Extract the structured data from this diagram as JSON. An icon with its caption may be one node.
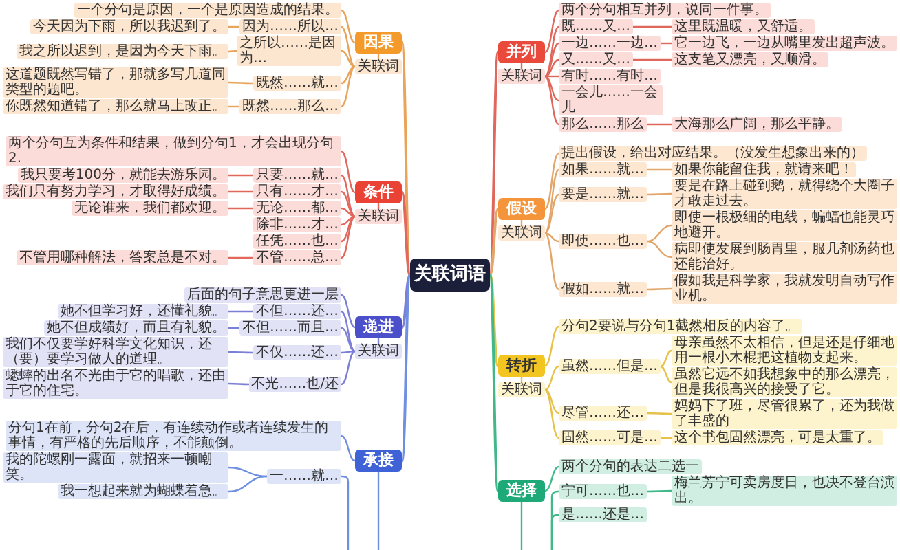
{
  "diagram": {
    "nodes": [
      {
        "text": [
          "关联词语"
        ]
      },
      {
        "text": [
          "因果"
        ]
      },
      {
        "text": [
          "一个分句是原因，一个是原因造成的结果。"
        ]
      },
      {
        "text": [
          "关联词"
        ]
      },
      {
        "text": [
          "因为……所以…"
        ]
      },
      {
        "text": [
          "今天因为下雨，所以我迟到了。"
        ]
      },
      {
        "text": [
          "之所以……是因为…"
        ]
      },
      {
        "text": [
          "我之所以迟到，是因为今天下雨。"
        ]
      },
      {
        "text": [
          "既然……就…"
        ]
      },
      {
        "text": [
          "这道题既然写错了，那就多写几道同类型的题吧。"
        ]
      },
      {
        "text": [
          "既然……那么…"
        ]
      },
      {
        "text": [
          "你既然知道错了，那么就马上改正。"
        ]
      },
      {
        "text": [
          "条件"
        ]
      },
      {
        "text": [
          "两个分句互为条件和结果，做到分句1，才会出现分句2."
        ]
      },
      {
        "text": [
          "关联词"
        ]
      },
      {
        "text": [
          "只要……就…"
        ]
      },
      {
        "text": [
          "我只要考100分，就能去游乐园。"
        ]
      },
      {
        "text": [
          "只有……才…"
        ]
      },
      {
        "text": [
          "我们只有努力学习，才取得好成绩。"
        ]
      },
      {
        "text": [
          "无论……都…"
        ]
      },
      {
        "text": [
          "无论谁来，我们都欢迎。"
        ]
      },
      {
        "text": [
          "除非……才…"
        ]
      },
      {
        "text": [
          "任凭……也…"
        ]
      },
      {
        "text": [
          "不管……总…"
        ]
      },
      {
        "text": [
          "不管用哪种解法，答案总是不对。"
        ]
      },
      {
        "text": [
          "递进"
        ]
      },
      {
        "text": [
          "后面的句子意思更进一层"
        ]
      },
      {
        "text": [
          "关联词"
        ]
      },
      {
        "text": [
          "不但……还…"
        ]
      },
      {
        "text": [
          "她不但学习好，还懂礼貌。"
        ]
      },
      {
        "text": [
          "不但……而且…"
        ]
      },
      {
        "text": [
          "她不但成绩好，而且有礼貌。"
        ]
      },
      {
        "text": [
          "不仅……还…"
        ]
      },
      {
        "text": [
          "我们不仅要学好科学文化知识，还（要）要学习做人的道理。"
        ]
      },
      {
        "text": [
          "不光……也/还"
        ]
      },
      {
        "text": [
          "蟋蟀的出名不光由于它的唱歌，还由于它的住宅。"
        ]
      },
      {
        "text": [
          "承接"
        ]
      },
      {
        "text": [
          "分句1在前，分句2在后，有连续动作或者连续发生的事情，有严格的先后顺序，不能颠倒。"
        ]
      },
      {
        "text": [
          "一……就…"
        ]
      },
      {
        "text": [
          "我的陀螺刚一露面，就招来一顿嘲笑。"
        ]
      },
      {
        "text": [
          "我一想起来就为蝴蝶着急。"
        ]
      },
      {
        "text": [
          "并列"
        ]
      },
      {
        "text": [
          "两个分句相互并列，说同一件事。"
        ]
      },
      {
        "text": [
          "关联词"
        ]
      },
      {
        "text": [
          "既……又…"
        ]
      },
      {
        "text": [
          "这里既温暖，又舒适。"
        ]
      },
      {
        "text": [
          "一边……一边…"
        ]
      },
      {
        "text": [
          "它一边飞，一边从嘴里发出超声波。"
        ]
      },
      {
        "text": [
          "又……又…"
        ]
      },
      {
        "text": [
          "这支笔又漂亮，又顺滑。"
        ]
      },
      {
        "text": [
          "有时……有时…"
        ]
      },
      {
        "text": [
          "一会儿……一会儿"
        ]
      },
      {
        "text": [
          "那么……那么"
        ]
      },
      {
        "text": [
          "大海那么广阔，那么平静。"
        ]
      },
      {
        "text": [
          "假设"
        ]
      },
      {
        "text": [
          "提出假设，给出对应结果。（没发生想象出来的）"
        ]
      },
      {
        "text": [
          "关联词"
        ]
      },
      {
        "text": [
          "如果……就…"
        ]
      },
      {
        "text": [
          "如果你能留住我，就请来吧！"
        ]
      },
      {
        "text": [
          "要是……就…"
        ]
      },
      {
        "text": [
          "要是在路上碰到鹅，就得绕个大圈子才敢走过去。"
        ]
      },
      {
        "text": [
          "即使……也…"
        ]
      },
      {
        "text": [
          "即使一根极细的电线，蝙蝠也能灵巧地避开。"
        ]
      },
      {
        "text": [
          "病即使发展到肠胃里，服几剂汤药也还能治好。"
        ]
      },
      {
        "text": [
          "假如……就…"
        ]
      },
      {
        "text": [
          "假如我是科学家，我就发明自动写作业机。"
        ]
      },
      {
        "text": [
          "转折"
        ]
      },
      {
        "text": [
          "分句2要说与分句1截然相反的内容了。"
        ]
      },
      {
        "text": [
          "关联词"
        ]
      },
      {
        "text": [
          "虽然……但是…"
        ]
      },
      {
        "text": [
          "母亲虽然不太相信，但是还是仔细地用一根小木棍把这植物支起来。"
        ]
      },
      {
        "text": [
          "虽然它远不如我想象中的那么漂亮，但是我很高兴的接受了它。"
        ]
      },
      {
        "text": [
          "尽管……还…"
        ]
      },
      {
        "text": [
          "妈妈下了班，尽管很累了，还为我做了丰盛的"
        ]
      },
      {
        "text": [
          "固然……可是…"
        ]
      },
      {
        "text": [
          "这个书包固然漂亮，可是太重了。"
        ]
      },
      {
        "text": [
          "选择"
        ]
      },
      {
        "text": [
          "两个分句的表达二选一"
        ]
      },
      {
        "text": [
          "宁可……也…"
        ]
      },
      {
        "text": [
          "梅兰芳宁可卖房度日，也决不登台演出。"
        ]
      },
      {
        "text": [
          "是……还是…"
        ]
      }
    ],
    "edges": [
      {
        "from": 0,
        "to": 1,
        "arrow": "none",
        "color": "#e8a45a"
      },
      {
        "from": 1,
        "to": 2,
        "arrow": "none",
        "color": "#e8a45a"
      },
      {
        "from": 1,
        "to": 3,
        "arrow": "none",
        "color": "#e8a45a"
      },
      {
        "from": 3,
        "to": 4,
        "arrow": "none",
        "color": "#e8a45a"
      },
      {
        "from": 4,
        "to": 5,
        "arrow": "none",
        "color": "#e8a45a"
      },
      {
        "from": 3,
        "to": 6,
        "arrow": "none",
        "color": "#e8a45a"
      },
      {
        "from": 6,
        "to": 7,
        "arrow": "none",
        "color": "#e8a45a"
      },
      {
        "from": 3,
        "to": 8,
        "arrow": "none",
        "color": "#e8a45a"
      },
      {
        "from": 8,
        "to": 9,
        "arrow": "none",
        "color": "#e8a45a"
      },
      {
        "from": 3,
        "to": 10,
        "arrow": "none",
        "color": "#e8a45a"
      },
      {
        "from": 10,
        "to": 11,
        "arrow": "none",
        "color": "#e8a45a"
      },
      {
        "from": 0,
        "to": 12,
        "arrow": "none",
        "color": "#e2675c"
      },
      {
        "from": 12,
        "to": 13,
        "arrow": "none",
        "color": "#e2675c"
      },
      {
        "from": 12,
        "to": 14,
        "arrow": "none",
        "color": "#e2675c"
      },
      {
        "from": 14,
        "to": 15,
        "arrow": "none",
        "color": "#e2675c"
      },
      {
        "from": 15,
        "to": 16,
        "arrow": "none",
        "color": "#e2675c"
      },
      {
        "from": 14,
        "to": 17,
        "arrow": "none",
        "color": "#e2675c"
      },
      {
        "from": 17,
        "to": 18,
        "arrow": "none",
        "color": "#e2675c"
      },
      {
        "from": 14,
        "to": 19,
        "arrow": "none",
        "color": "#e2675c"
      },
      {
        "from": 19,
        "to": 20,
        "arrow": "none",
        "color": "#e2675c"
      },
      {
        "from": 14,
        "to": 21,
        "arrow": "none",
        "color": "#e2675c"
      },
      {
        "from": 14,
        "to": 22,
        "arrow": "none",
        "color": "#e2675c"
      },
      {
        "from": 14,
        "to": 23,
        "arrow": "none",
        "color": "#e2675c"
      },
      {
        "from": 23,
        "to": 24,
        "arrow": "none",
        "color": "#e2675c"
      },
      {
        "from": 0,
        "to": 25,
        "arrow": "none",
        "color": "#7b7fd6"
      },
      {
        "from": 25,
        "to": 26,
        "arrow": "none",
        "color": "#7b7fd6"
      },
      {
        "from": 25,
        "to": 27,
        "arrow": "none",
        "color": "#7b7fd6"
      },
      {
        "from": 27,
        "to": 28,
        "arrow": "none",
        "color": "#7b7fd6"
      },
      {
        "from": 28,
        "to": 29,
        "arrow": "none",
        "color": "#7b7fd6"
      },
      {
        "from": 27,
        "to": 30,
        "arrow": "none",
        "color": "#7b7fd6"
      },
      {
        "from": 30,
        "to": 31,
        "arrow": "none",
        "color": "#7b7fd6"
      },
      {
        "from": 27,
        "to": 32,
        "arrow": "none",
        "color": "#7b7fd6"
      },
      {
        "from": 32,
        "to": 33,
        "arrow": "none",
        "color": "#7b7fd6"
      },
      {
        "from": 27,
        "to": 34,
        "arrow": "none",
        "color": "#7b7fd6"
      },
      {
        "from": 34,
        "to": 35,
        "arrow": "none",
        "color": "#7b7fd6"
      },
      {
        "from": 0,
        "to": 36,
        "arrow": "none",
        "color": "#6f8fe0"
      },
      {
        "from": 36,
        "to": 37,
        "arrow": "none",
        "color": "#6f8fe0"
      },
      {
        "from": 36,
        "to": null,
        "arrow": "none",
        "color": "#6f8fe0"
      },
      {
        "from": null,
        "to": 38,
        "arrow": "none",
        "color": "#6f8fe0"
      },
      {
        "from": 38,
        "to": 39,
        "arrow": "none",
        "color": "#6f8fe0"
      },
      {
        "from": 38,
        "to": 40,
        "arrow": "none",
        "color": "#6f8fe0"
      },
      {
        "from": 0,
        "to": 41,
        "arrow": "none",
        "color": "#e0675c"
      },
      {
        "from": 41,
        "to": 42,
        "arrow": "none",
        "color": "#e0675c"
      },
      {
        "from": 41,
        "to": 43,
        "arrow": "none",
        "color": "#e0675c"
      },
      {
        "from": 43,
        "to": 44,
        "arrow": "none",
        "color": "#e0675c"
      },
      {
        "from": 44,
        "to": 45,
        "arrow": "none",
        "color": "#e0675c"
      },
      {
        "from": 43,
        "to": 46,
        "arrow": "none",
        "color": "#e0675c"
      },
      {
        "from": 46,
        "to": 47,
        "arrow": "none",
        "color": "#e0675c"
      },
      {
        "from": 43,
        "to": 48,
        "arrow": "none",
        "color": "#e0675c"
      },
      {
        "from": 48,
        "to": 49,
        "arrow": "none",
        "color": "#e0675c"
      },
      {
        "from": 43,
        "to": 50,
        "arrow": "none",
        "color": "#e0675c"
      },
      {
        "from": 43,
        "to": 51,
        "arrow": "none",
        "color": "#e0675c"
      },
      {
        "from": 43,
        "to": 52,
        "arrow": "none",
        "color": "#e0675c"
      },
      {
        "from": 52,
        "to": 53,
        "arrow": "none",
        "color": "#e0675c"
      },
      {
        "from": 0,
        "to": 54,
        "arrow": "none",
        "color": "#e3a66a"
      },
      {
        "from": 54,
        "to": 55,
        "arrow": "none",
        "color": "#e3a66a"
      },
      {
        "from": 54,
        "to": 56,
        "arrow": "none",
        "color": "#e3a66a"
      },
      {
        "from": 56,
        "to": 57,
        "arrow": "none",
        "color": "#e3a66a"
      },
      {
        "from": 57,
        "to": 58,
        "arrow": "none",
        "color": "#e3a66a"
      },
      {
        "from": 56,
        "to": 59,
        "arrow": "none",
        "color": "#e3a66a"
      },
      {
        "from": 59,
        "to": 60,
        "arrow": "none",
        "color": "#e3a66a"
      },
      {
        "from": 56,
        "to": 61,
        "arrow": "none",
        "color": "#e3a66a"
      },
      {
        "from": 61,
        "to": 62,
        "arrow": "none",
        "color": "#e3a66a"
      },
      {
        "from": 61,
        "to": 63,
        "arrow": "none",
        "color": "#e3a66a"
      },
      {
        "from": 56,
        "to": 64,
        "arrow": "none",
        "color": "#e3a66a"
      },
      {
        "from": 64,
        "to": 65,
        "arrow": "none",
        "color": "#e3a66a"
      },
      {
        "from": 0,
        "to": 66,
        "arrow": "none",
        "color": "#e6c24a"
      },
      {
        "from": 66,
        "to": 67,
        "arrow": "none",
        "color": "#e6c24a"
      },
      {
        "from": 66,
        "to": 68,
        "arrow": "none",
        "color": "#e6c24a"
      },
      {
        "from": 68,
        "to": 69,
        "arrow": "none",
        "color": "#e6c24a"
      },
      {
        "from": 69,
        "to": 70,
        "arrow": "none",
        "color": "#e6c24a"
      },
      {
        "from": 69,
        "to": 71,
        "arrow": "none",
        "color": "#e6c24a"
      },
      {
        "from": 68,
        "to": 72,
        "arrow": "none",
        "color": "#e6c24a"
      },
      {
        "from": 72,
        "to": 73,
        "arrow": "none",
        "color": "#e6c24a"
      },
      {
        "from": 68,
        "to": 74,
        "arrow": "none",
        "color": "#e6c24a"
      },
      {
        "from": 74,
        "to": 75,
        "arrow": "none",
        "color": "#e6c24a"
      },
      {
        "from": 0,
        "to": 76,
        "arrow": "none",
        "color": "#40b88a"
      },
      {
        "from": 76,
        "to": 77,
        "arrow": "none",
        "color": "#40b88a"
      },
      {
        "from": 76,
        "to": null,
        "arrow": "none",
        "color": "#40b88a"
      },
      {
        "from": null,
        "to": 78,
        "arrow": "none",
        "color": "#40b88a"
      },
      {
        "from": 78,
        "to": 79,
        "arrow": "none",
        "color": "#40b88a"
      },
      {
        "from": null,
        "to": 80,
        "arrow": "none",
        "color": "#40b88a"
      }
    ]
  }
}
